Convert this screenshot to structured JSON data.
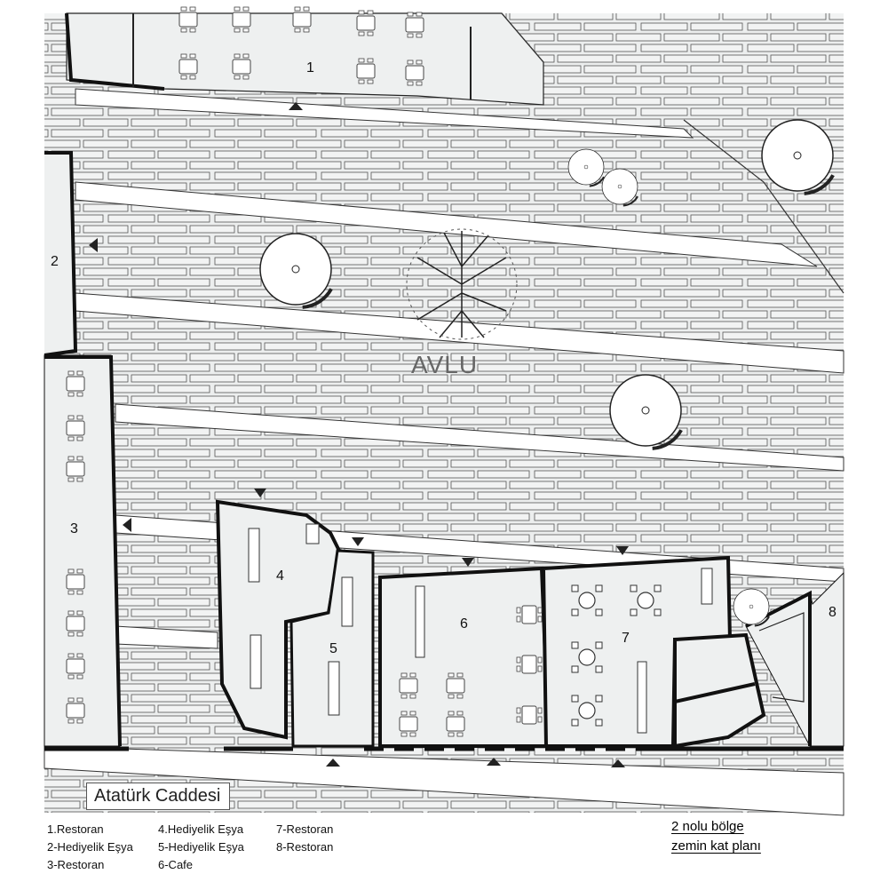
{
  "plan": {
    "courtyard_label": "AVLU",
    "street_label": "Atatürk Caddesi",
    "unit_numbers": [
      "1",
      "2",
      "3",
      "4",
      "5",
      "6",
      "7",
      "8"
    ]
  },
  "legend": {
    "col1": [
      "1.Restoran",
      "2-Hediyelik Eşya",
      "3-Restoran"
    ],
    "col2": [
      "4.Hediyelik Eşya",
      "5-Hediyelik Eşya",
      "6-Cafe"
    ],
    "col3": [
      "7-Restoran",
      "8-Restoran"
    ]
  },
  "title": {
    "line1": "2 nolu bölge",
    "line2": "zemin kat planı"
  },
  "colors": {
    "paving_fill": "#eef0f0",
    "wall": "#111111",
    "path": "#ffffff"
  }
}
